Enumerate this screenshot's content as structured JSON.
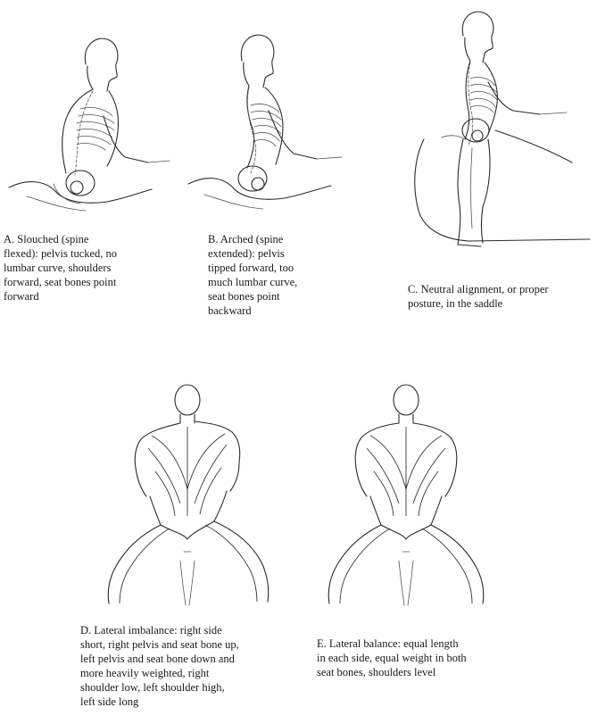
{
  "figures": [
    {
      "id": "A",
      "caption": "A.  Slouched (spine\nflexed):  pelvis tucked, no\nlumbar curve, shoulders\nforward, seat bones point\nforward"
    },
    {
      "id": "B",
      "caption": "B.  Arched (spine\nextended):  pelvis\ntipped forward, too\nmuch lumbar curve,\nseat bones point\nbackward"
    },
    {
      "id": "C",
      "caption": "C.  Neutral alignment, or proper\nposture, in the saddle"
    },
    {
      "id": "D",
      "caption": "D.  Lateral imbalance:  right side\nshort, right pelvis and seat bone up,\nleft pelvis and  seat bone down and\nmore heavily weighted,  right\nshoulder low, left shoulder high,\nleft side long"
    },
    {
      "id": "E",
      "caption": "E.  Lateral balance:  equal length\nin each side, equal weight in both\nseat bones, shoulders level"
    }
  ]
}
